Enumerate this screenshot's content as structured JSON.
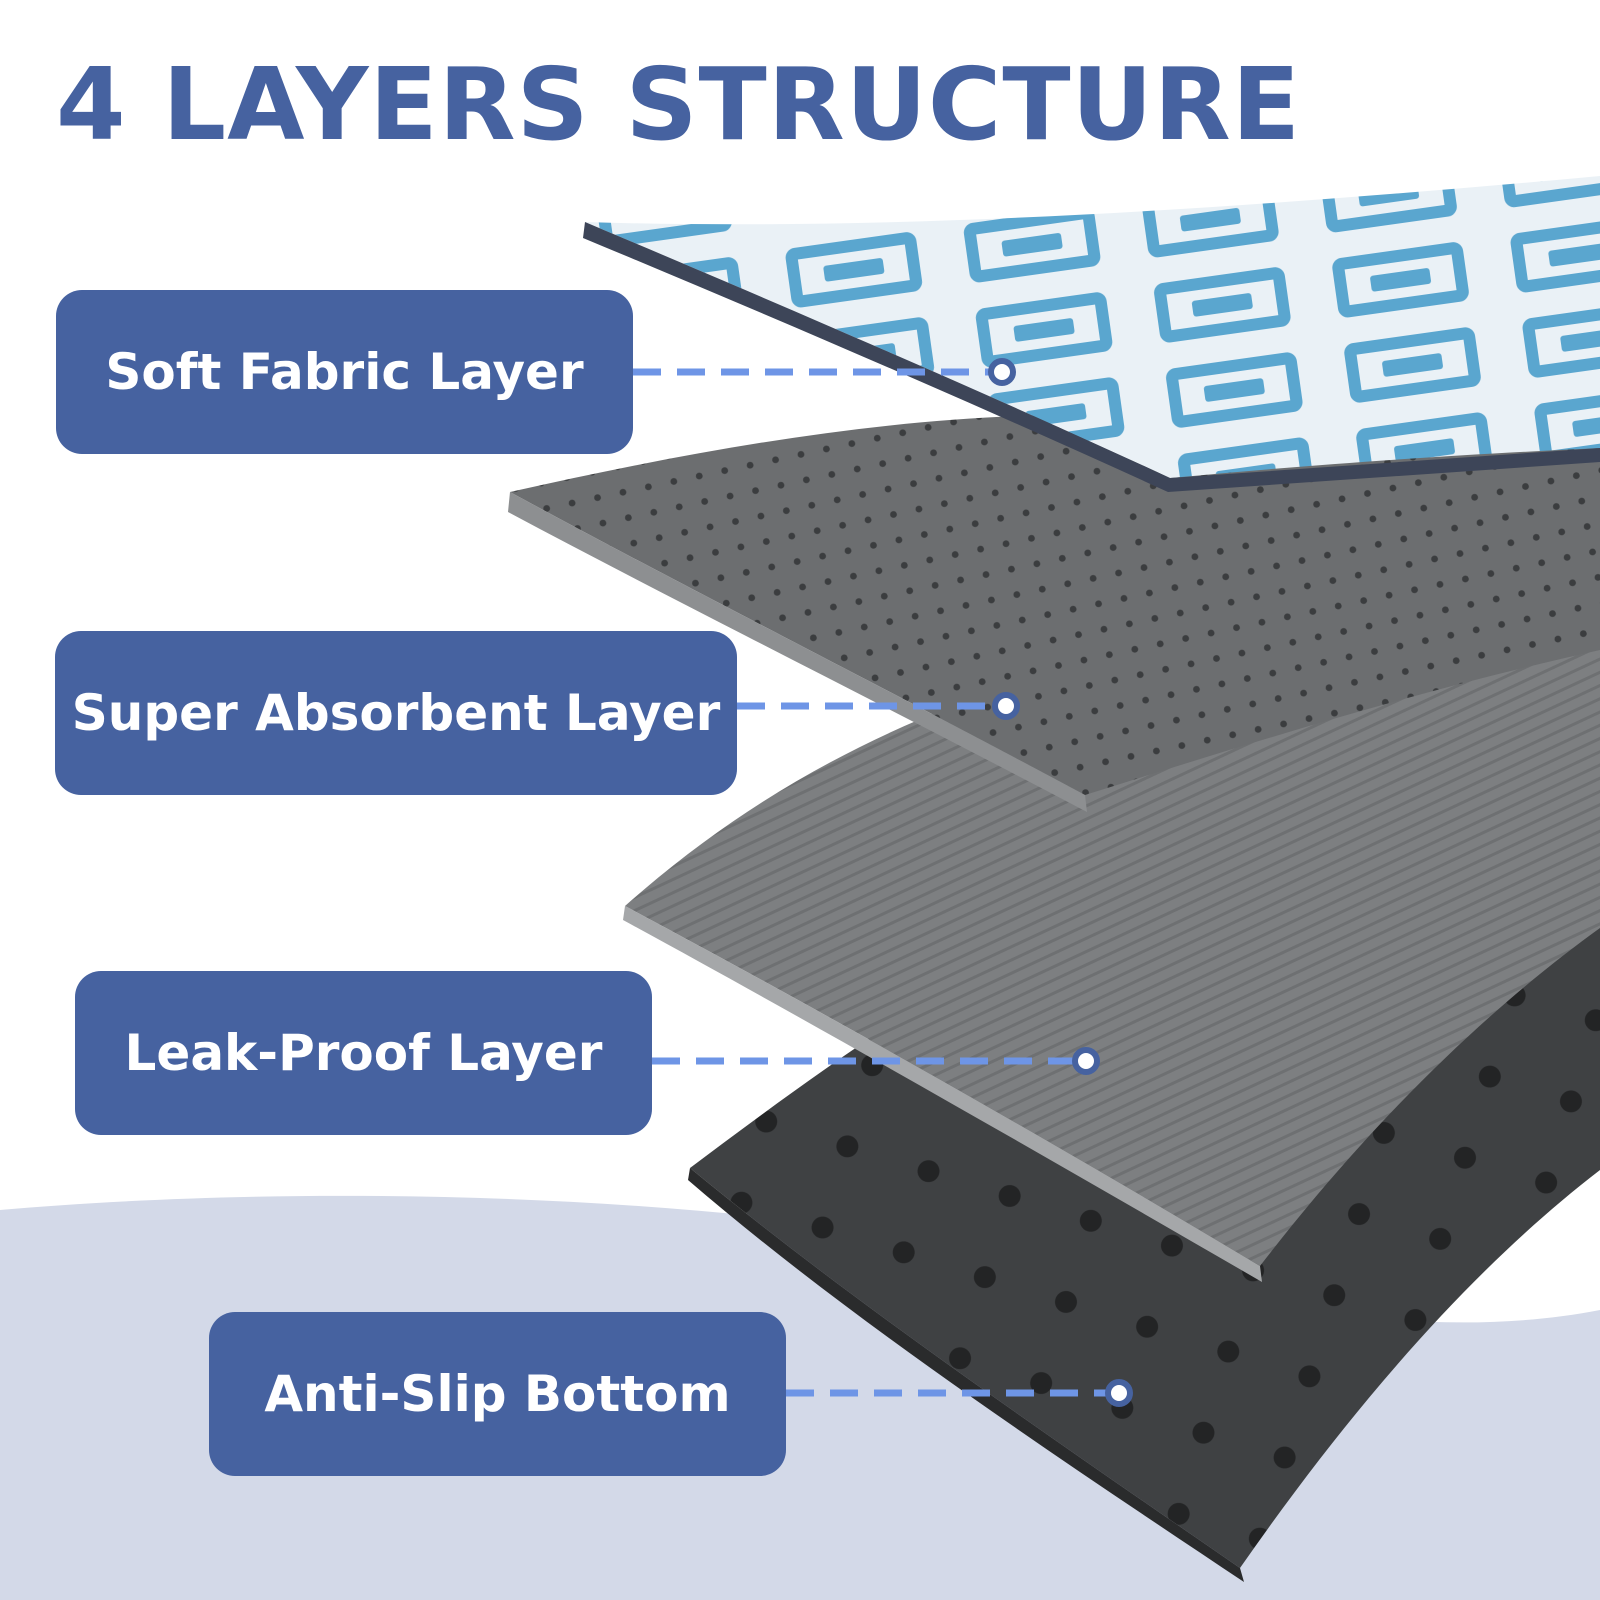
{
  "title": "4 LAYERS STRUCTURE",
  "colors": {
    "title": "#4662a0",
    "label_box": "#4662a0",
    "connector": "#6e95e6",
    "background_wave": "#d3d9e8",
    "fabric_base": "#eaf1f6",
    "fabric_pattern": "#5aa6cf",
    "fabric_edge": "#3d4558",
    "absorbent": "#6c6e70",
    "absorbent_edge": "#8d8f91",
    "leakproof": "#7d7f81",
    "leakproof_edge": "#a5a7a9",
    "antislip": "#3f4143",
    "antislip_dot": "#232425"
  },
  "layers": [
    {
      "label": "Soft Fabric Layer",
      "icon": "fabric-icon"
    },
    {
      "label": "Super Absorbent Layer",
      "icon": "absorbent-icon"
    },
    {
      "label": "Leak-Proof Layer",
      "icon": "leakproof-icon"
    },
    {
      "label": "Anti-Slip Bottom",
      "icon": "antislip-icon"
    }
  ]
}
